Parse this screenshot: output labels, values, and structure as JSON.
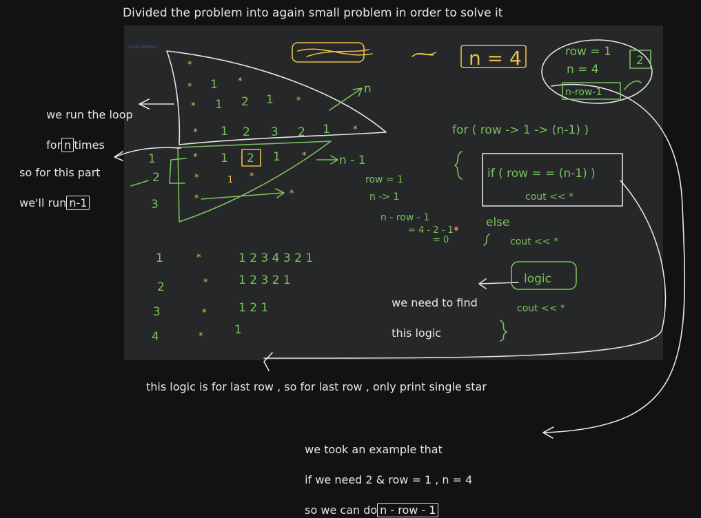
{
  "title": "Divided the problem into again small problem in order to solve it",
  "notes": {
    "loop_note_line1": "we run the loop",
    "loop_note_for": "for",
    "loop_note_n": "n",
    "loop_note_times": "times",
    "part_note_line1": "so for this part",
    "part_note_prefix": "we'll run",
    "part_note_box": "n-1",
    "logic_note_line1": "we need to find",
    "logic_note_line2": "this logic",
    "last_row_note": "this logic is for last row , so for last row , only print single star",
    "example_line1": "we took an example that",
    "example_line2": "if we need 2 & row = 1 , n = 4",
    "example_line3_prefix": "so we can do",
    "example_line3_box": "n - row - 1"
  },
  "board": {
    "watermark": "unacademy",
    "n_value": "n = 4",
    "n_label": "n",
    "n_minus_1": "n - 1",
    "row_eq": "row = 1",
    "n_eq": "n = 4",
    "two": "2",
    "formula": "n-row-1",
    "for_loop": "for ( row -> 1 -> (n-1) )",
    "if_cond": "if ( row = = (n-1) )",
    "cout_star": "cout << *",
    "else_kw": "else",
    "logic": "logic",
    "pyramid_top": [
      [
        "*"
      ],
      [
        "*",
        "1",
        "*"
      ],
      [
        "*",
        "1",
        "2",
        "1",
        "*"
      ],
      [
        "*",
        "1",
        "2",
        "3",
        "2",
        "1",
        "*"
      ]
    ],
    "pyramid_bottom": [
      [
        "*",
        "1",
        "2",
        "1",
        "*"
      ],
      [
        "*",
        "1",
        "*"
      ],
      [
        "*",
        "*"
      ]
    ],
    "row_nums_top": [
      "1",
      "2",
      "3"
    ],
    "table_rows": [
      {
        "num": "1",
        "star": "*",
        "vals": "1  2  3  4  3  2  1"
      },
      {
        "num": "2",
        "star": "*",
        "vals": "1  2  3  2  1"
      },
      {
        "num": "3",
        "star": "*",
        "vals": "1  2  1"
      },
      {
        "num": "4",
        "star": "*",
        "vals": "1"
      }
    ],
    "scribble_row": "row = 1",
    "scribble_n": "n -> 1",
    "scribble_calc": "n - row - 1",
    "scribble_calc2": "= 4 - 2 - 1",
    "scribble_zero": "= 0"
  }
}
